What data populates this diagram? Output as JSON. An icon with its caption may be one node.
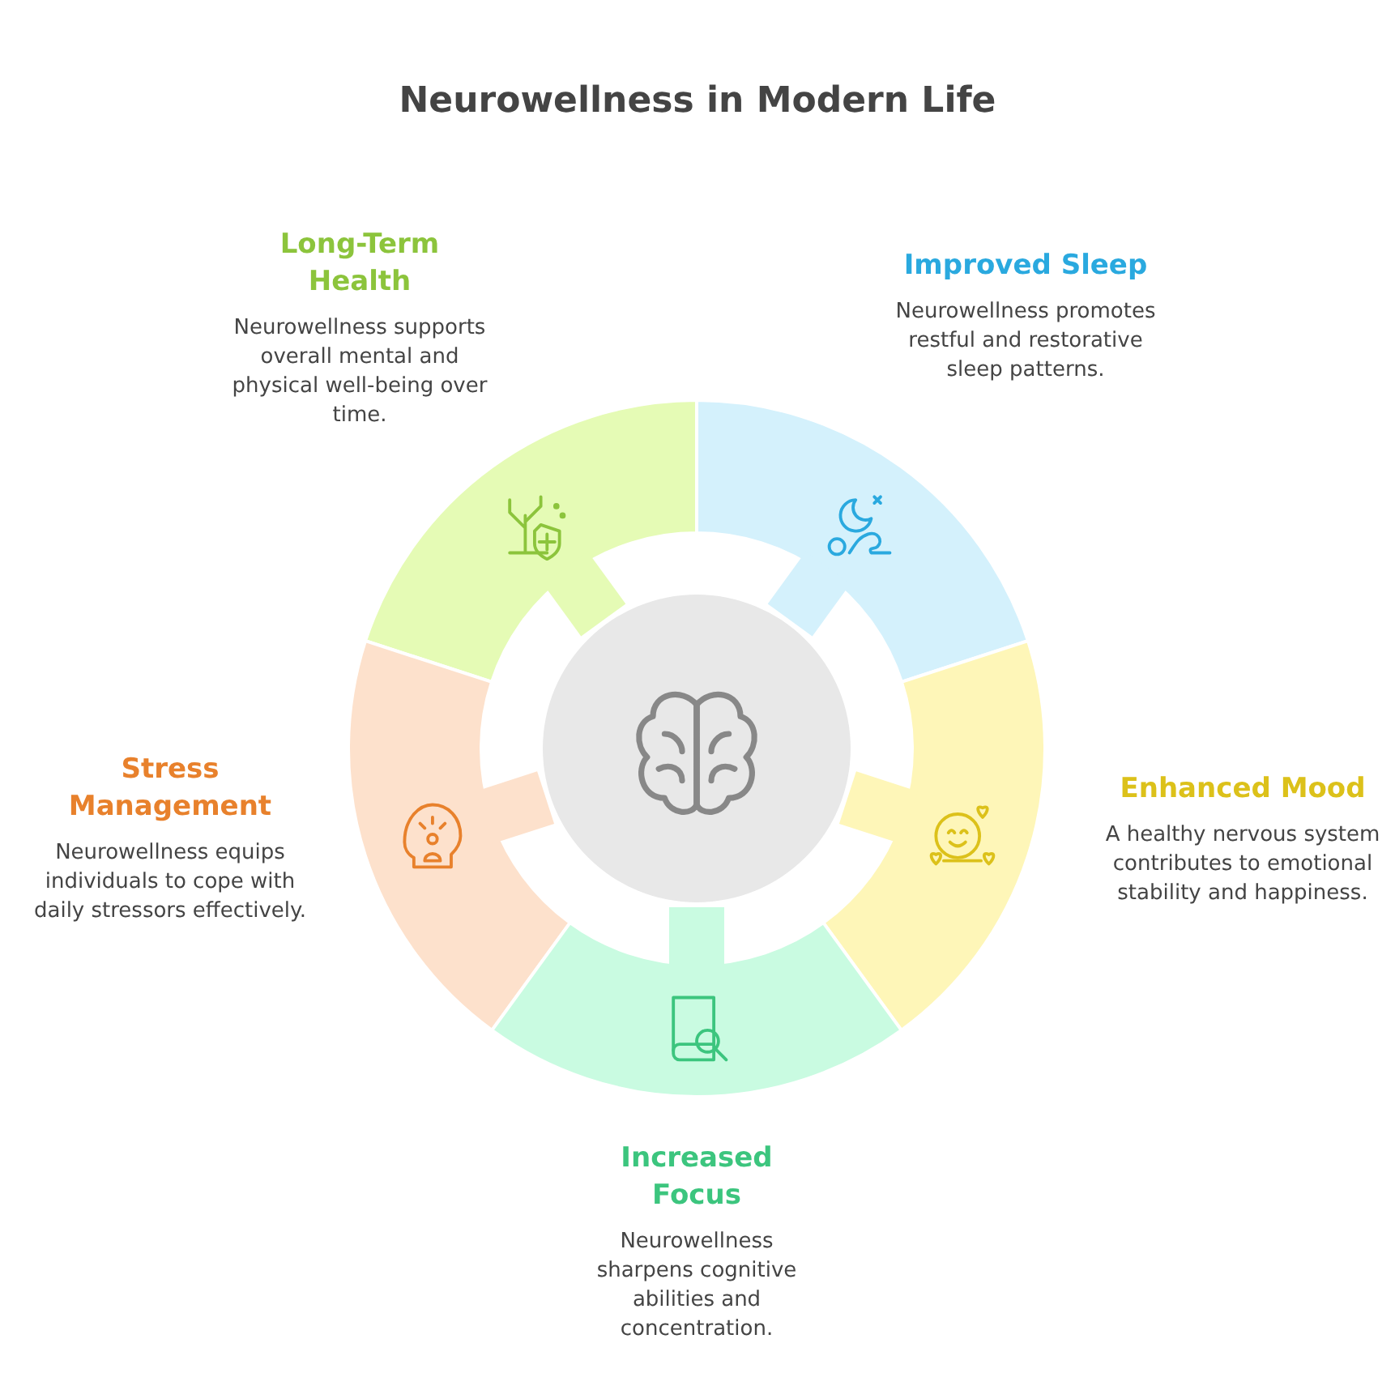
{
  "diagram": {
    "title": "Neurowellness in Modern Life",
    "nodes": [
      {
        "text": [
          "Long-Term Health",
          "Neurowellness supports overall mental and physical well-being over time."
        ]
      },
      {
        "text": [
          "Improved Sleep",
          "Neurowellness promotes restful and restorative sleep patterns."
        ]
      },
      {
        "text": [],
        "shape": "circle"
      },
      {
        "text": [
          "Stress Management",
          "Neurowellness equips individuals to cope with daily stressors effectively."
        ]
      },
      {
        "text": [
          "Enhanced Mood",
          "A healthy nervous system contributes to emotional stability and happiness."
        ]
      },
      {
        "text": [
          "Increased Focus",
          "Neurowellness sharpens cognitive abilities and concentration."
        ]
      }
    ]
  }
}
